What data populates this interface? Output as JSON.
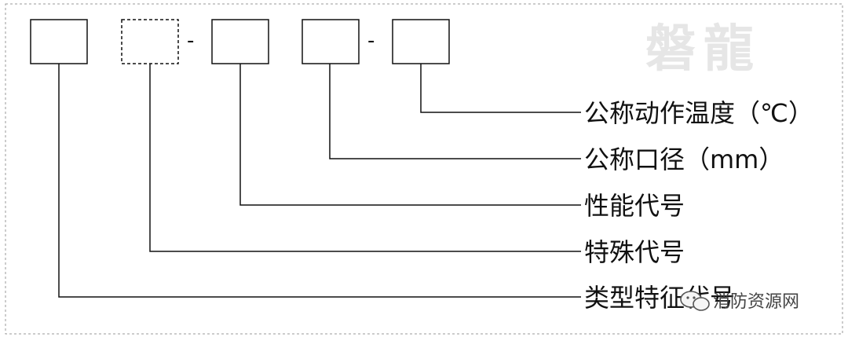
{
  "diagram": {
    "separators": [
      "-",
      "-"
    ],
    "labels": [
      {
        "id": "rated-temperature",
        "text": "公称动作温度（℃）"
      },
      {
        "id": "nominal-diameter",
        "text": "公称口径（mm）"
      },
      {
        "id": "performance-code",
        "text": "性能代号"
      },
      {
        "id": "special-code",
        "text": "特殊代号"
      },
      {
        "id": "type-feature-code",
        "text": "类型特征代号"
      }
    ],
    "boxes": [
      {
        "id": "type-feature",
        "style": "solid"
      },
      {
        "id": "special",
        "style": "dashed"
      },
      {
        "id": "performance",
        "style": "solid"
      },
      {
        "id": "diameter",
        "style": "solid"
      },
      {
        "id": "temperature",
        "style": "solid"
      }
    ]
  },
  "logo": {
    "text": "磐龍"
  },
  "watermark": {
    "text": "消防资源网",
    "icon": "wechat-icon"
  },
  "colors": {
    "line": "#111111",
    "logo": "#e6e6e6",
    "border": "#999999"
  }
}
